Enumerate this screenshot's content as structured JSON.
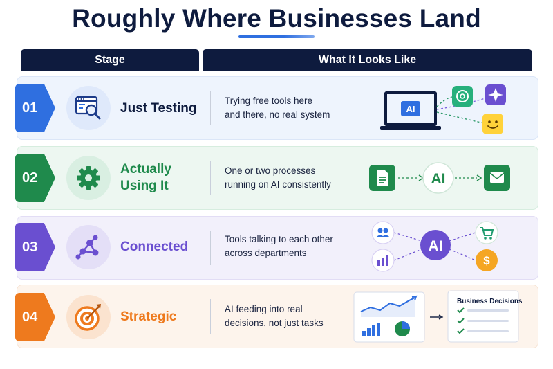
{
  "title": "Roughly Where Businesses Land",
  "headers": {
    "stage": "Stage",
    "looks": "What It Looks Like"
  },
  "colors": {
    "blue": "#2f6fe0",
    "green": "#1f8a4c",
    "purple": "#6a4fd0",
    "orange": "#ee7a1e",
    "navy": "#0e1b3e"
  },
  "stages": [
    {
      "number": "01",
      "name_line1": "Just Testing",
      "name_line2": "",
      "desc_line1": "Trying free tools here",
      "desc_line2": "and there, no real system",
      "icon": "browser-magnifier-icon"
    },
    {
      "number": "02",
      "name_line1": "Actually",
      "name_line2": "Using It",
      "desc_line1": "One or two processes",
      "desc_line2": "running on AI consistently",
      "icon": "gear-icon"
    },
    {
      "number": "03",
      "name_line1": "Connected",
      "name_line2": "",
      "desc_line1": "Tools talking to each other",
      "desc_line2": "across departments",
      "icon": "network-nodes-icon"
    },
    {
      "number": "04",
      "name_line1": "Strategic",
      "name_line2": "",
      "desc_line1": "AI feeding into real",
      "desc_line2": "decisions, not just tasks",
      "icon": "target-arrow-icon"
    }
  ],
  "illustrations": {
    "laptop_label": "AI",
    "hub_label_2": "AI",
    "hub_label_3": "AI",
    "decisions_title": "Business Decisions"
  }
}
